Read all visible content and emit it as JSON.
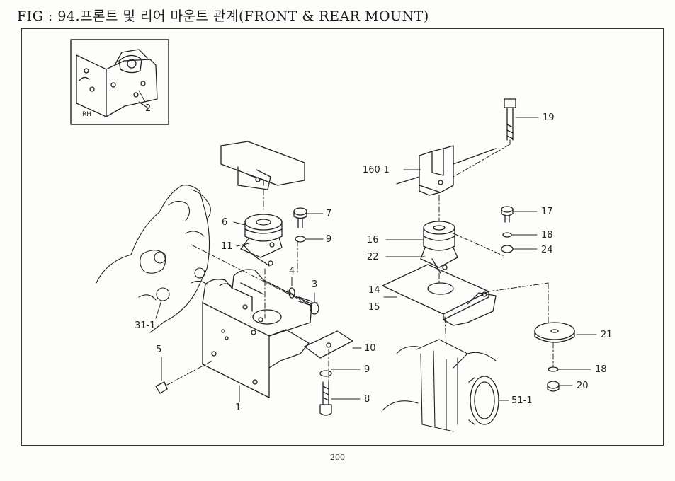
{
  "document": {
    "title": "FIG : 94.프론트 및 리어 마운트 관계(FRONT & REAR MOUNT)",
    "page_number": "200",
    "inset_label": "RH"
  },
  "callouts": {
    "c1": "1",
    "c2": "2",
    "c3": "3",
    "c4": "4",
    "c5": "5",
    "c6": "6",
    "c7": "7",
    "c8": "8",
    "c9a": "9",
    "c9b": "9",
    "c10": "10",
    "c11": "11",
    "c14": "14",
    "c15": "15",
    "c16": "16",
    "c17": "17",
    "c18a": "18",
    "c18b": "18",
    "c19": "19",
    "c20": "20",
    "c21": "21",
    "c22": "22",
    "c24": "24",
    "c31_1": "31-1",
    "c51_1": "51-1",
    "c160_1": "160-1"
  }
}
